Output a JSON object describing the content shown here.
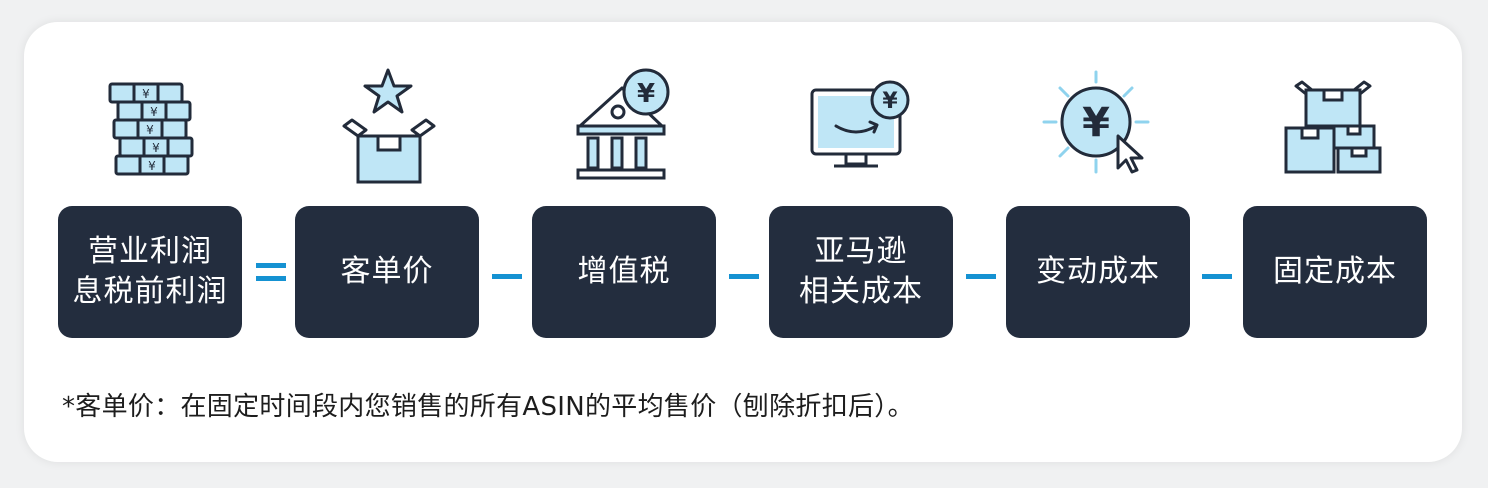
{
  "colors": {
    "box_bg": "#232d3e",
    "box_text": "#ffffff",
    "operator": "#1592d2",
    "icon_fill": "#bfe6f6",
    "icon_stroke": "#222b3a"
  },
  "terms": [
    {
      "icon": "stacked-coins-icon",
      "lines": [
        "营业利润",
        "息税前利润"
      ]
    },
    {
      "icon": "open-box-star-icon",
      "lines": [
        "客单价"
      ]
    },
    {
      "icon": "bank-building-icon",
      "lines": [
        "增值税"
      ]
    },
    {
      "icon": "monitor-yen-icon",
      "lines": [
        "亚马逊",
        "相关成本"
      ]
    },
    {
      "icon": "yen-click-icon",
      "lines": [
        "变动成本"
      ]
    },
    {
      "icon": "stacked-boxes-icon",
      "lines": [
        "固定成本"
      ]
    }
  ],
  "operators": [
    "=",
    "−",
    "−",
    "−",
    "−"
  ],
  "footnote": "*客单价：在固定时间段内您销售的所有ASIN的平均售价（刨除折扣后）。"
}
